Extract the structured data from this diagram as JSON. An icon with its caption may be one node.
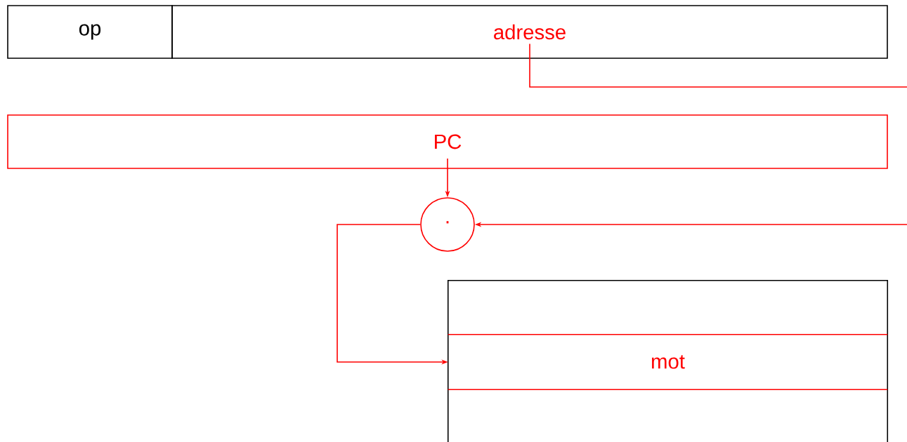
{
  "diagram": {
    "nodes": [
      {
        "text": [
          "op"
        ]
      },
      {
        "text": [
          "adresse"
        ]
      },
      {
        "text": [
          "PC"
        ]
      },
      {
        "text": [
          "·"
        ]
      },
      {
        "text": [],
        "shape": "box"
      },
      {
        "text": [
          "mot"
        ],
        "in": 4
      }
    ],
    "edges": [
      {
        "from": 1,
        "to": 3,
        "arrow": "to"
      },
      {
        "from": 2,
        "to": 3,
        "arrow": "to"
      },
      {
        "from": 3,
        "to": 5,
        "arrow": "to"
      }
    ]
  }
}
